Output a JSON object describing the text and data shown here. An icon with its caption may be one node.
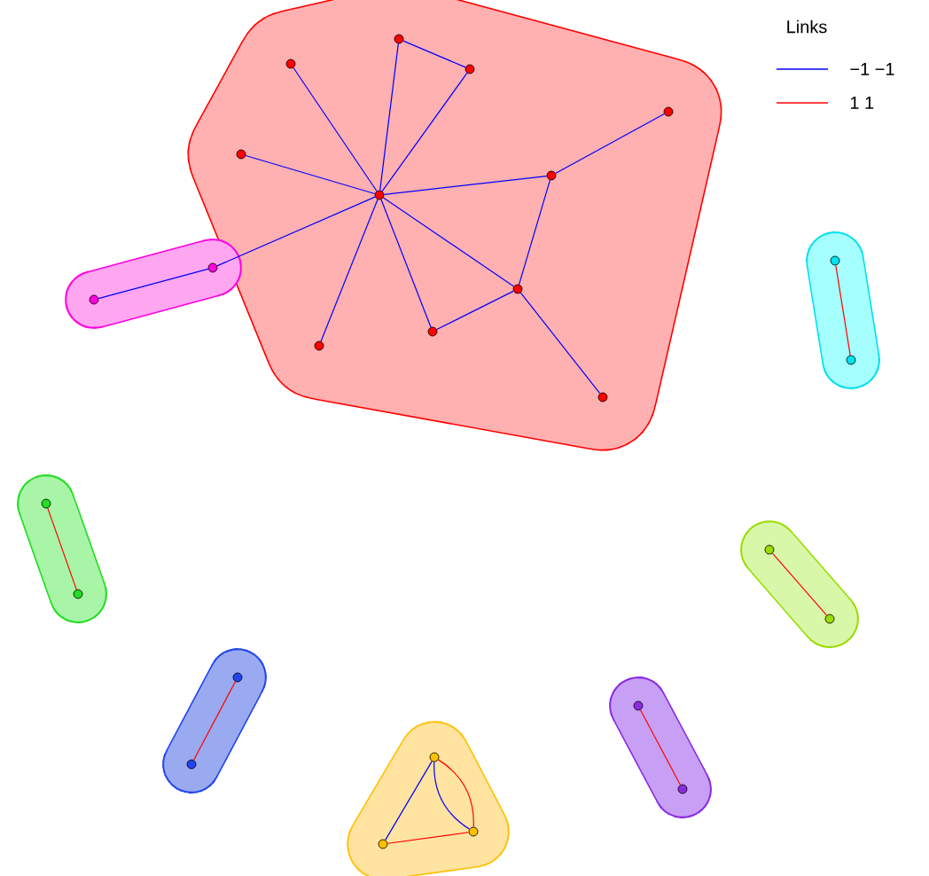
{
  "diagram": {
    "nodes": [
      {
        "text": [],
        "shape": "blob"
      },
      {
        "text": [],
        "shape": "circle",
        "in": 0
      },
      {
        "text": [],
        "shape": "circle",
        "in": 0
      },
      {
        "text": [],
        "shape": "circle",
        "in": 0
      },
      {
        "text": [],
        "shape": "circle",
        "in": 0
      },
      {
        "text": [],
        "shape": "circle",
        "in": 0
      },
      {
        "text": [],
        "shape": "circle",
        "in": 0
      },
      {
        "text": [],
        "shape": "circle",
        "in": 0
      },
      {
        "text": [],
        "shape": "circle",
        "in": 0
      },
      {
        "text": [],
        "shape": "circle",
        "in": 0
      },
      {
        "text": [],
        "shape": "circle",
        "in": 0
      },
      {
        "text": [],
        "shape": "circle",
        "in": 0
      },
      {
        "text": [],
        "shape": "blob"
      },
      {
        "text": [],
        "shape": "circle",
        "in": 12
      },
      {
        "text": [],
        "shape": "circle",
        "in": 12
      },
      {
        "text": [],
        "shape": "blob"
      },
      {
        "text": [],
        "shape": "circle",
        "in": 15
      },
      {
        "text": [],
        "shape": "circle",
        "in": 15
      },
      {
        "text": [],
        "shape": "blob"
      },
      {
        "text": [],
        "shape": "circle",
        "in": 18
      },
      {
        "text": [],
        "shape": "circle",
        "in": 18
      },
      {
        "text": [],
        "shape": "blob"
      },
      {
        "text": [],
        "shape": "circle",
        "in": 21
      },
      {
        "text": [],
        "shape": "circle",
        "in": 21
      },
      {
        "text": [],
        "shape": "blob"
      },
      {
        "text": [],
        "shape": "circle",
        "in": 24
      },
      {
        "text": [],
        "shape": "circle",
        "in": 24
      },
      {
        "text": [],
        "shape": "blob"
      },
      {
        "text": [],
        "shape": "circle",
        "in": 27
      },
      {
        "text": [],
        "shape": "circle",
        "in": 27
      },
      {
        "text": [],
        "shape": "blob"
      },
      {
        "text": [],
        "shape": "circle",
        "in": 30
      },
      {
        "text": [],
        "shape": "circle",
        "in": 30
      },
      {
        "text": [],
        "shape": "circle",
        "in": 30
      }
    ],
    "edges": [
      {
        "from": 7,
        "to": 1,
        "arrow": "none"
      },
      {
        "from": 1,
        "to": 2,
        "arrow": "none"
      },
      {
        "from": 2,
        "to": 7,
        "arrow": "none"
      },
      {
        "from": 7,
        "to": 3,
        "arrow": "none"
      },
      {
        "from": 7,
        "to": 5,
        "arrow": "none"
      },
      {
        "from": 7,
        "to": 6,
        "arrow": "none"
      },
      {
        "from": 6,
        "to": 4,
        "arrow": "none"
      },
      {
        "from": 6,
        "to": 8,
        "arrow": "none"
      },
      {
        "from": 7,
        "to": 8,
        "arrow": "none"
      },
      {
        "from": 8,
        "to": 9,
        "arrow": "none"
      },
      {
        "from": 7,
        "to": 9,
        "arrow": "none"
      },
      {
        "from": 7,
        "to": 10,
        "arrow": "none"
      },
      {
        "from": 8,
        "to": 11,
        "arrow": "none"
      },
      {
        "from": 7,
        "to": 14,
        "arrow": "none"
      },
      {
        "from": 13,
        "to": 14,
        "arrow": "none"
      },
      {
        "from": 16,
        "to": 17,
        "arrow": "none",
        "color": "#ff0000"
      },
      {
        "from": 19,
        "to": 20,
        "arrow": "none",
        "color": "#ff0000"
      },
      {
        "from": 22,
        "to": 23,
        "arrow": "none",
        "color": "#ff0000"
      },
      {
        "from": 25,
        "to": 26,
        "arrow": "none",
        "color": "#ff0000"
      },
      {
        "from": 28,
        "to": 29,
        "arrow": "none",
        "color": "#ff0000"
      },
      {
        "from": 31,
        "to": 33,
        "arrow": "none"
      },
      {
        "from": 33,
        "to": 32,
        "arrow": "none",
        "color": "#ff0000"
      },
      {
        "from": 31,
        "to": 32,
        "arrow": "none"
      },
      {
        "from": 31,
        "to": 32,
        "arrow": "none",
        "color": "#ff0000"
      }
    ],
    "labels": [
      "Links"
    ],
    "legend": [
      {
        "text": "−1 −1"
      },
      {
        "text": "1 1"
      }
    ]
  }
}
